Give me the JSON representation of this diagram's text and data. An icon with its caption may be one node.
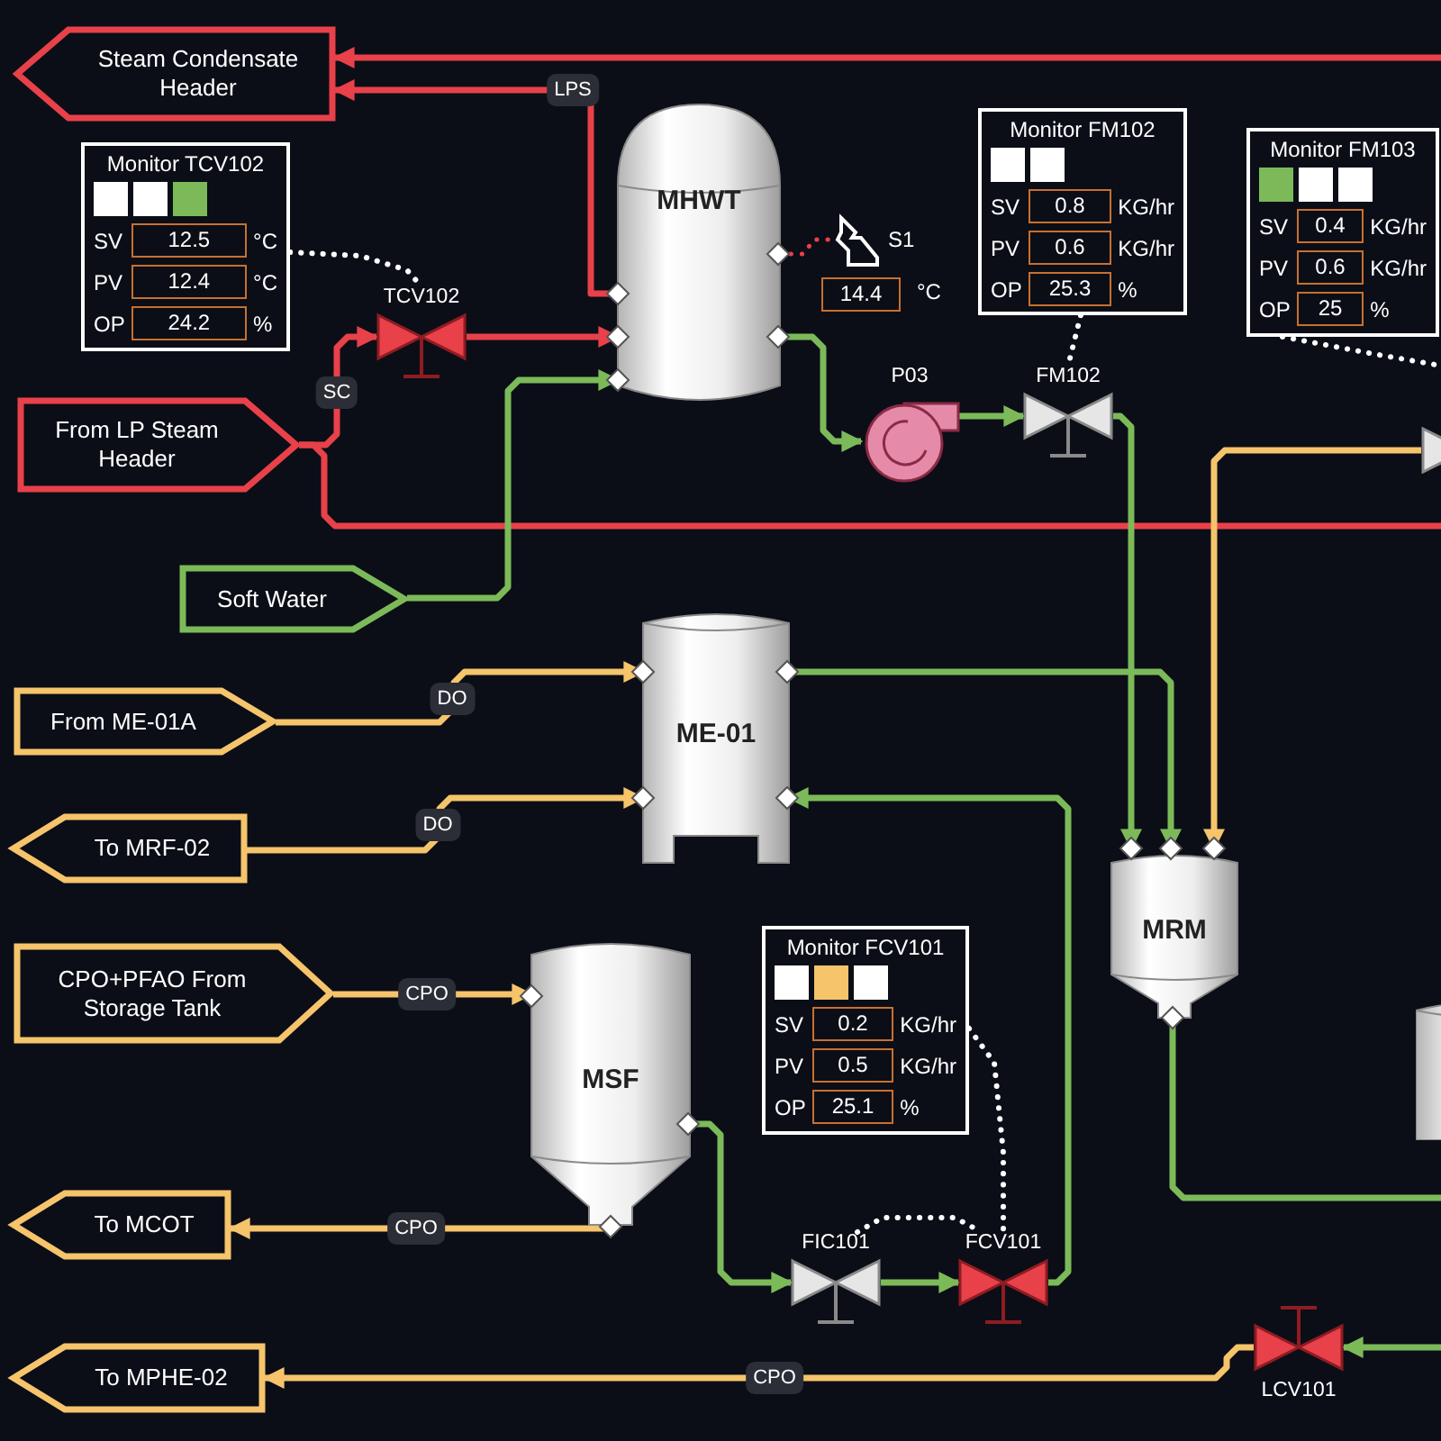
{
  "diagram": {
    "nodes": [
      {
        "text": [
          "Steam Condensate Header"
        ]
      },
      {
        "text": [
          "From LP Steam Header"
        ]
      },
      {
        "text": [
          "Soft Water"
        ]
      },
      {
        "text": [
          "From ME-01A"
        ]
      },
      {
        "text": [
          "To MRF-02"
        ]
      },
      {
        "text": [
          "CPO+PFAO From Storage Tank"
        ]
      },
      {
        "text": [
          "To MCOT"
        ]
      },
      {
        "text": [
          "To MPHE-02"
        ]
      },
      {
        "text": [
          "MHWT"
        ]
      },
      {
        "text": [
          "ME-01"
        ]
      },
      {
        "text": [
          "MSF"
        ]
      },
      {
        "text": [
          "MRM"
        ]
      },
      {
        "text": [],
        "shape": "valve",
        "beside": [
          "TCV102"
        ]
      },
      {
        "text": [],
        "shape": "pump",
        "beside": [
          "P03"
        ]
      },
      {
        "text": [],
        "shape": "valve",
        "beside": [
          "FM102"
        ]
      },
      {
        "text": [],
        "shape": "valve",
        "beside": [
          "FIC101"
        ]
      },
      {
        "text": [],
        "shape": "valve",
        "beside": [
          "FCV101"
        ]
      },
      {
        "text": [],
        "shape": "valve",
        "beside": [
          "LCV101"
        ]
      },
      {
        "text": [],
        "shape": "sensor",
        "beside": [
          "S1",
          "14.4",
          "°C"
        ]
      },
      {
        "text": [
          "Monitor TCV102",
          "SV",
          "12.5",
          "°C",
          "PV",
          "12.4",
          "°C",
          "OP",
          "24.2",
          "%"
        ]
      },
      {
        "text": [
          "Monitor FM102",
          "SV",
          "0.8",
          "KG/hr",
          "PV",
          "0.6",
          "KG/hr",
          "OP",
          "25.3",
          "%"
        ]
      },
      {
        "text": [
          "Monitor FM103",
          "SV",
          "0.4",
          "KG/hr",
          "PV",
          "0.6",
          "KG/hr",
          "OP",
          "25",
          "%"
        ]
      },
      {
        "text": [
          "Monitor FCV101",
          "SV",
          "0.2",
          "KG/hr",
          "PV",
          "0.5",
          "KG/hr",
          "OP",
          "25.1",
          "%"
        ]
      },
      {
        "text": [],
        "shape": "valve"
      },
      {
        "text": [],
        "shape": "cylinder"
      }
    ],
    "edges": [
      {
        "from": null,
        "to": 0,
        "arrow": "to",
        "color": "#e8414a"
      },
      {
        "from": 8,
        "to": 0,
        "arrow": "to",
        "label": "LPS",
        "color": "#e8414a"
      },
      {
        "from": 1,
        "to": 12,
        "arrow": "to",
        "label": "SC",
        "color": "#e8414a"
      },
      {
        "from": 12,
        "to": 8,
        "arrow": "to",
        "color": "#e8414a"
      },
      {
        "from": 1,
        "to": null,
        "arrow": "none",
        "color": "#e8414a"
      },
      {
        "from": 2,
        "to": 8,
        "arrow": "to"
      },
      {
        "from": 8,
        "to": 13,
        "arrow": "to"
      },
      {
        "from": 13,
        "to": 14,
        "arrow": "to"
      },
      {
        "from": 14,
        "to": 11,
        "arrow": "to"
      },
      {
        "from": 3,
        "to": 9,
        "arrow": "to",
        "label": "DO",
        "color": "#f5c46b"
      },
      {
        "from": 4,
        "to": 9,
        "arrow": "to",
        "label": "DO",
        "color": "#f5c46b"
      },
      {
        "from": 9,
        "to": 11,
        "arrow": "to"
      },
      {
        "from": 16,
        "to": 9,
        "arrow": "to"
      },
      {
        "from": 5,
        "to": 10,
        "arrow": "to",
        "label": "CPO",
        "color": "#f5c46b"
      },
      {
        "from": 10,
        "to": 6,
        "arrow": "to",
        "label": "CPO",
        "color": "#f5c46b"
      },
      {
        "from": 10,
        "to": 15,
        "arrow": "to"
      },
      {
        "from": 15,
        "to": 16,
        "arrow": "to"
      },
      {
        "from": 17,
        "to": 7,
        "arrow": "to",
        "label": "CPO",
        "color": "#f5c46b"
      },
      {
        "from": null,
        "to": 17,
        "arrow": "to"
      },
      {
        "from": 23,
        "to": 11,
        "arrow": "to",
        "color": "#f5c46b"
      },
      {
        "from": 11,
        "to": null,
        "arrow": "none"
      },
      {
        "from": 8,
        "to": 18,
        "arrow": "none",
        "style": "dashed",
        "color": "#e8414a"
      },
      {
        "from": 19,
        "to": 12,
        "arrow": "none",
        "style": "dashed",
        "color": "#ffffff"
      },
      {
        "from": 20,
        "to": 14,
        "arrow": "none",
        "style": "dashed",
        "color": "#ffffff"
      },
      {
        "from": 21,
        "to": null,
        "arrow": "none",
        "style": "dashed",
        "color": "#ffffff"
      },
      {
        "from": 22,
        "to": 16,
        "arrow": "none",
        "style": "dashed",
        "color": "#ffffff"
      },
      {
        "from": 15,
        "to": 16,
        "arrow": "none",
        "style": "dashed",
        "color": "#ffffff"
      }
    ]
  }
}
